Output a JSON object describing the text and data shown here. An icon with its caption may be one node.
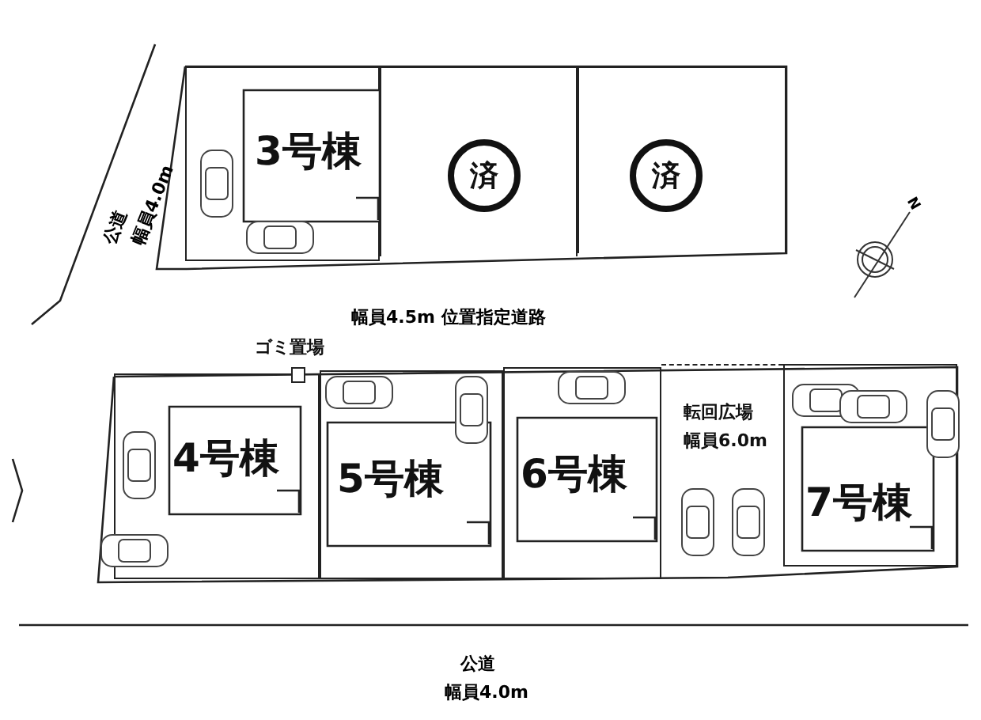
{
  "diagram": {
    "nodes": [
      {
        "text": [
          "3号棟"
        ]
      },
      {
        "text": [
          "済"
        ]
      },
      {
        "text": [
          "済"
        ]
      },
      {
        "text": [
          "4号棟"
        ]
      },
      {
        "text": [
          "5号棟"
        ]
      },
      {
        "text": [
          "6号棟"
        ]
      },
      {
        "text": [
          "転回広場",
          "幅員6.0m"
        ]
      },
      {
        "text": [
          "7号棟"
        ]
      },
      {
        "text": [
          "ゴミ置場"
        ]
      }
    ],
    "edges": [],
    "labels": [
      "公道",
      "幅員4.0m",
      "幅員4.5m 位置指定道路",
      "公道",
      "幅員4.0m",
      "N"
    ]
  }
}
